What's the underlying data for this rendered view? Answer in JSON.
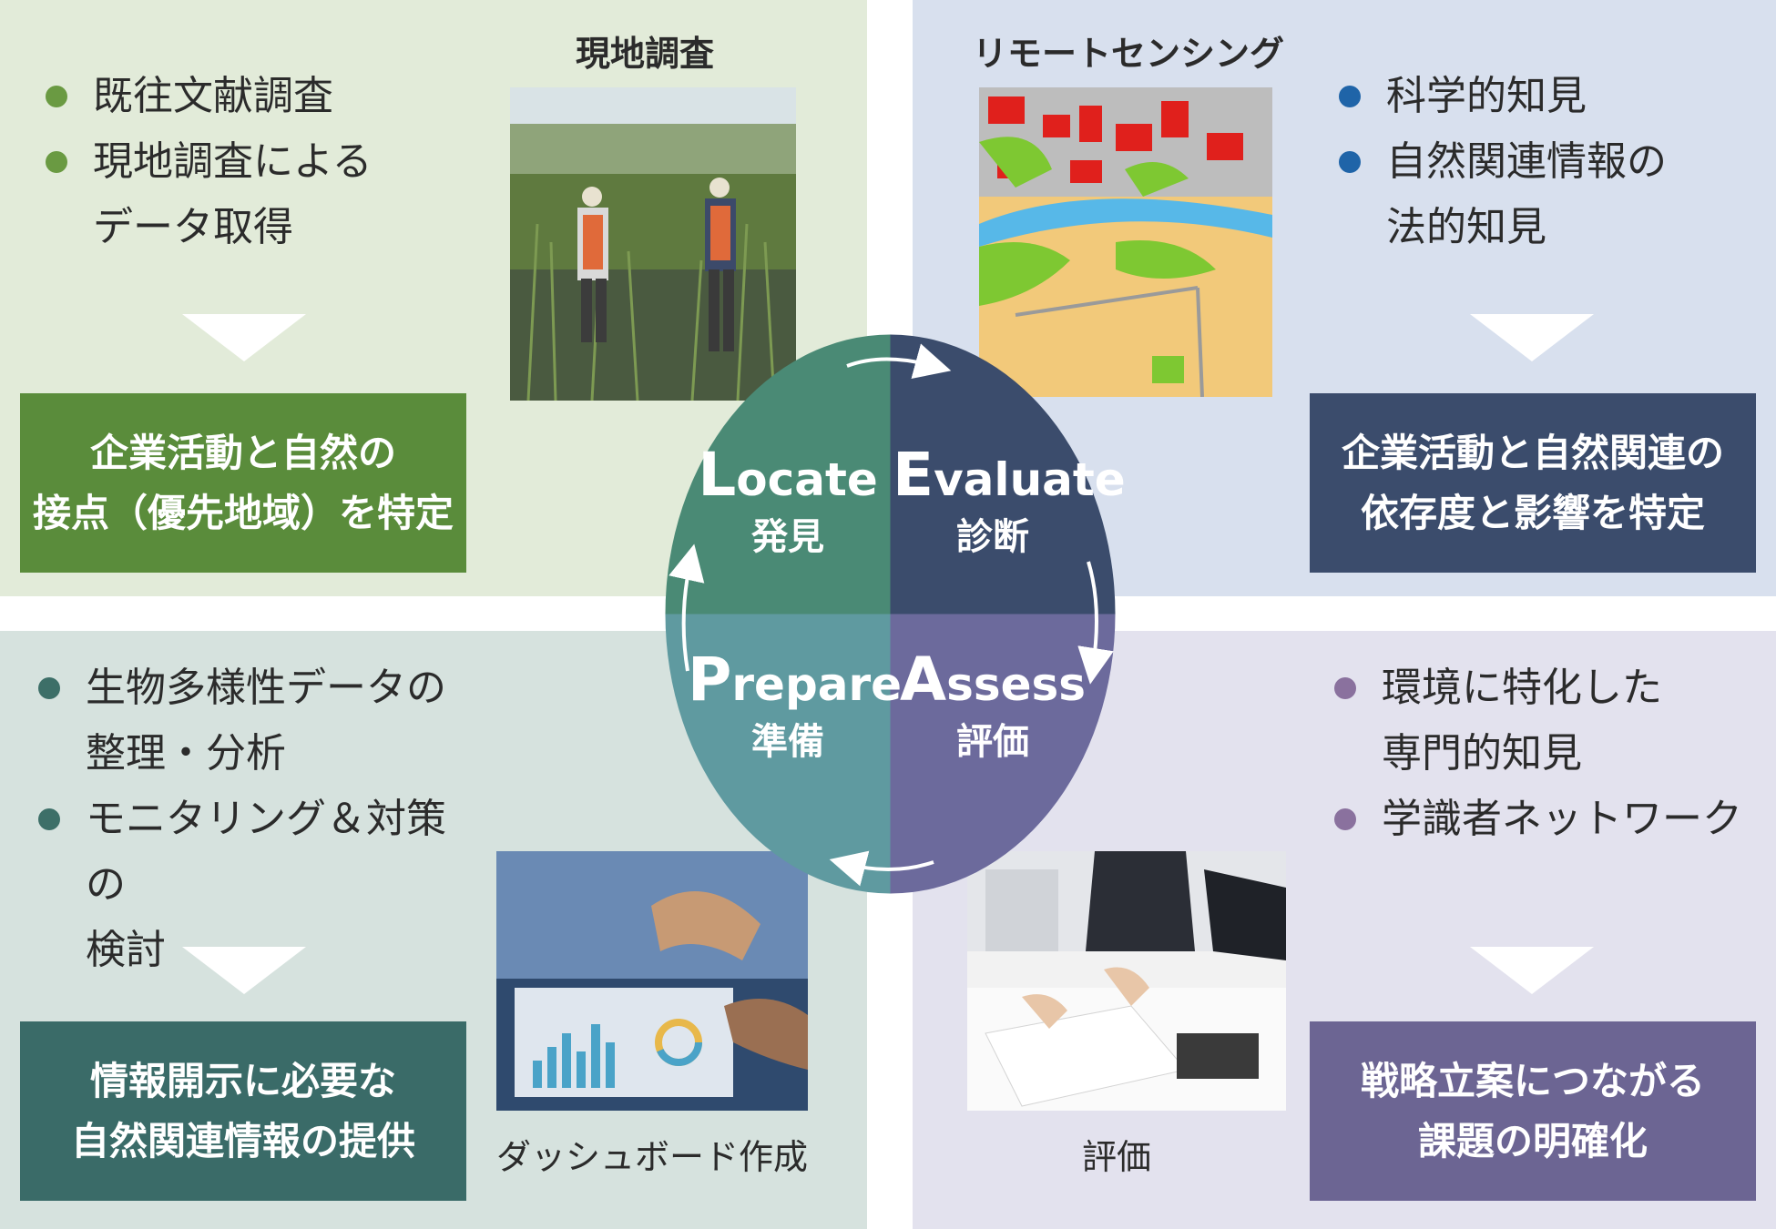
{
  "top_left": {
    "bullets": [
      "既往文献調査",
      "現地調査による\nデータ取得"
    ],
    "result": "企業活動と自然の\n接点（優先地域）を特定"
  },
  "top_right": {
    "bullets": [
      "科学的知見",
      "自然関連情報の\n法的知見"
    ],
    "result": "企業活動と自然関連の\n依存度と影響を特定"
  },
  "bottom_left": {
    "bullets": [
      "生物多様性データの\n整理・分析",
      "モニタリング＆対策の\n検討"
    ],
    "result": "情報開示に必要な\n自然関連情報の提供"
  },
  "bottom_right": {
    "bullets": [
      "環境に特化した\n専門的知見",
      "学識者ネットワーク"
    ],
    "result": "戦略立案につながる\n課題の明確化"
  },
  "captions": {
    "field_survey": "現地調査",
    "remote_sensing": "リモートセンシング",
    "dashboard": "ダッシュボード作成",
    "evaluation": "評価"
  },
  "cycle": {
    "locate": {
      "initial": "L",
      "rest": "ocate",
      "ja": "発見"
    },
    "evaluate": {
      "initial": "E",
      "rest": "valuate",
      "ja": "診断"
    },
    "prepare": {
      "initial": "P",
      "rest": "repare",
      "ja": "準備"
    },
    "assess": {
      "initial": "A",
      "rest": "ssess",
      "ja": "評価"
    }
  },
  "colors": {
    "locate": "#4a8a75",
    "evaluate": "#3b4c6c",
    "prepare": "#5f9aa0",
    "assess": "#6c6a9c",
    "quad_top_left": "#e2ebd9",
    "quad_top_right": "#d8e0ee",
    "quad_bottom_left": "#d6e2de",
    "quad_bottom_right": "#e3e2ee"
  }
}
